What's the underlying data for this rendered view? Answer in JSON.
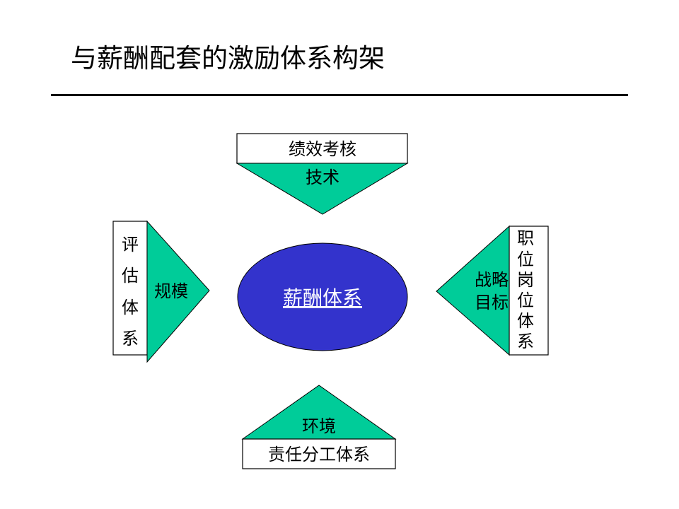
{
  "title": "与薪酬配套的激励体系构架",
  "colors": {
    "triangle": "#00CC99",
    "ellipse": "#3333CC",
    "ellipse_text": "#FFFFFF"
  },
  "center": {
    "label": "薪酬体系"
  },
  "top": {
    "box": "绩效考核",
    "triangle": "技术"
  },
  "left": {
    "box_chars": [
      "评",
      "估",
      "体",
      "系"
    ],
    "triangle": "规模"
  },
  "right": {
    "box_chars": [
      "职",
      "位",
      "岗",
      "位",
      "体",
      "系"
    ],
    "triangle_lines": [
      "战略",
      "目标"
    ]
  },
  "bottom": {
    "box": "责任分工体系",
    "triangle": "环境"
  }
}
